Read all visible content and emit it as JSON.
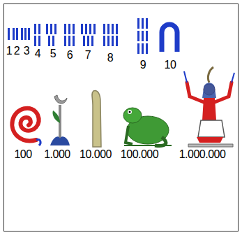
{
  "diagram": {
    "labels": [
      "1",
      "2",
      "3",
      "4",
      "5",
      "6",
      "7",
      "8",
      "9",
      "10",
      "100",
      "1.000",
      "10.000",
      "100.000",
      "1.000.000"
    ]
  }
}
